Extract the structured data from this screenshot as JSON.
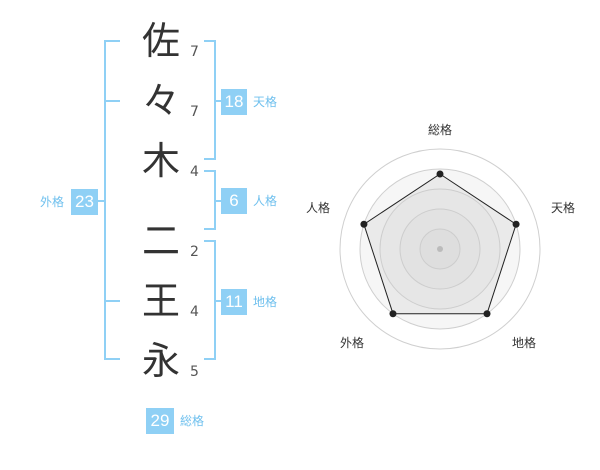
{
  "name_chars": [
    {
      "char": "佐",
      "strokes": "7"
    },
    {
      "char": "々",
      "strokes": "7"
    },
    {
      "char": "木",
      "strokes": "4"
    },
    {
      "char": "二",
      "strokes": "2"
    },
    {
      "char": "王",
      "strokes": "4"
    },
    {
      "char": "永",
      "strokes": "5"
    }
  ],
  "fortunes": {
    "tenkaku": {
      "value": "18",
      "label": "天格"
    },
    "jinkaku": {
      "value": "6",
      "label": "人格"
    },
    "chikaku": {
      "value": "11",
      "label": "地格"
    },
    "gaikaku": {
      "value": "23",
      "label": "外格"
    },
    "soukaku": {
      "value": "29",
      "label": "総格"
    }
  },
  "colors": {
    "accent": "#8fd0f5",
    "accent_text": "#6fc0ee",
    "text": "#333333"
  },
  "chart_data": {
    "type": "radar",
    "axes": [
      "総格",
      "天格",
      "地格",
      "外格",
      "人格"
    ],
    "values": [
      0.75,
      0.8,
      0.8,
      0.8,
      0.8
    ],
    "rings": 5,
    "range": [
      0,
      1
    ]
  }
}
